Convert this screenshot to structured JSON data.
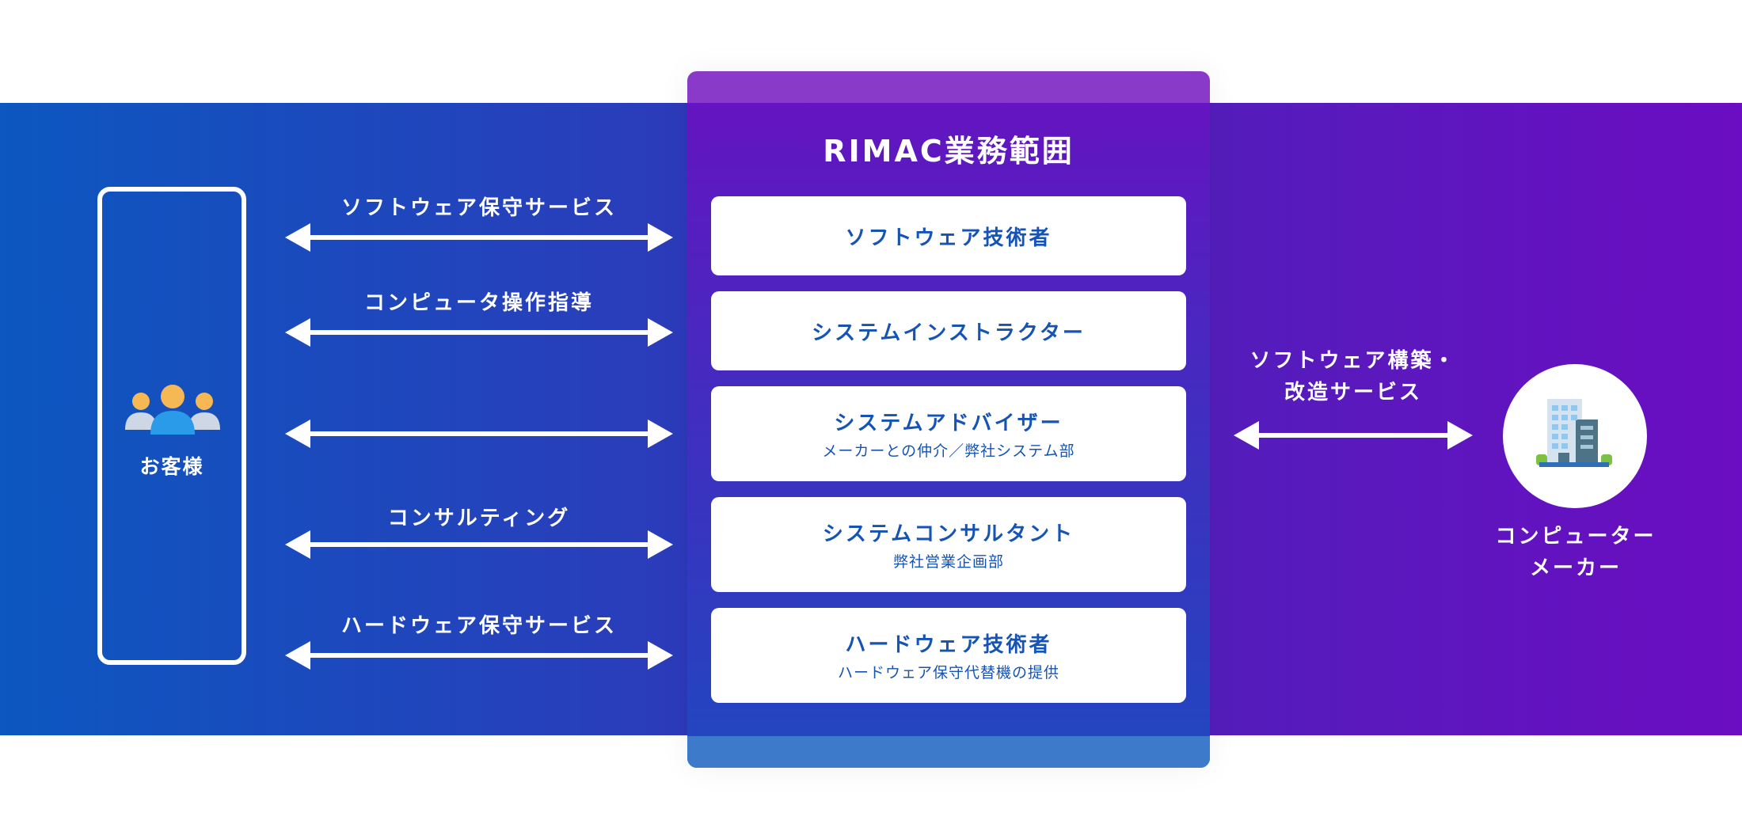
{
  "panel": {
    "title": "RIMAC業務範囲",
    "cards": [
      {
        "title": "ソフトウェア技術者",
        "sub": ""
      },
      {
        "title": "システムインストラクター",
        "sub": ""
      },
      {
        "title": "システムアドバイザー",
        "sub": "メーカーとの仲介／弊社システム部"
      },
      {
        "title": "システムコンサルタント",
        "sub": "弊社営業企画部"
      },
      {
        "title": "ハードウェア技術者",
        "sub": "ハードウェア保守代替機の提供"
      }
    ]
  },
  "customer": {
    "label": "お客様",
    "icon": "people-icon"
  },
  "left_services": [
    "ソフトウェア保守サービス",
    "コンピュータ操作指導",
    "",
    "コンサルティング",
    "ハードウェア保守サービス"
  ],
  "right_service": {
    "line1": "ソフトウェア構築・",
    "line2": "改造サービス"
  },
  "maker": {
    "line1": "コンピューター",
    "line2": "メーカー",
    "icon": "building-icon"
  },
  "colors": {
    "band_left": "#0c57c0",
    "band_right": "#6b0dc2",
    "card_text": "#1553b5",
    "panel_top": "#8a3ac8",
    "panel_bottom": "#3d7ac9"
  }
}
